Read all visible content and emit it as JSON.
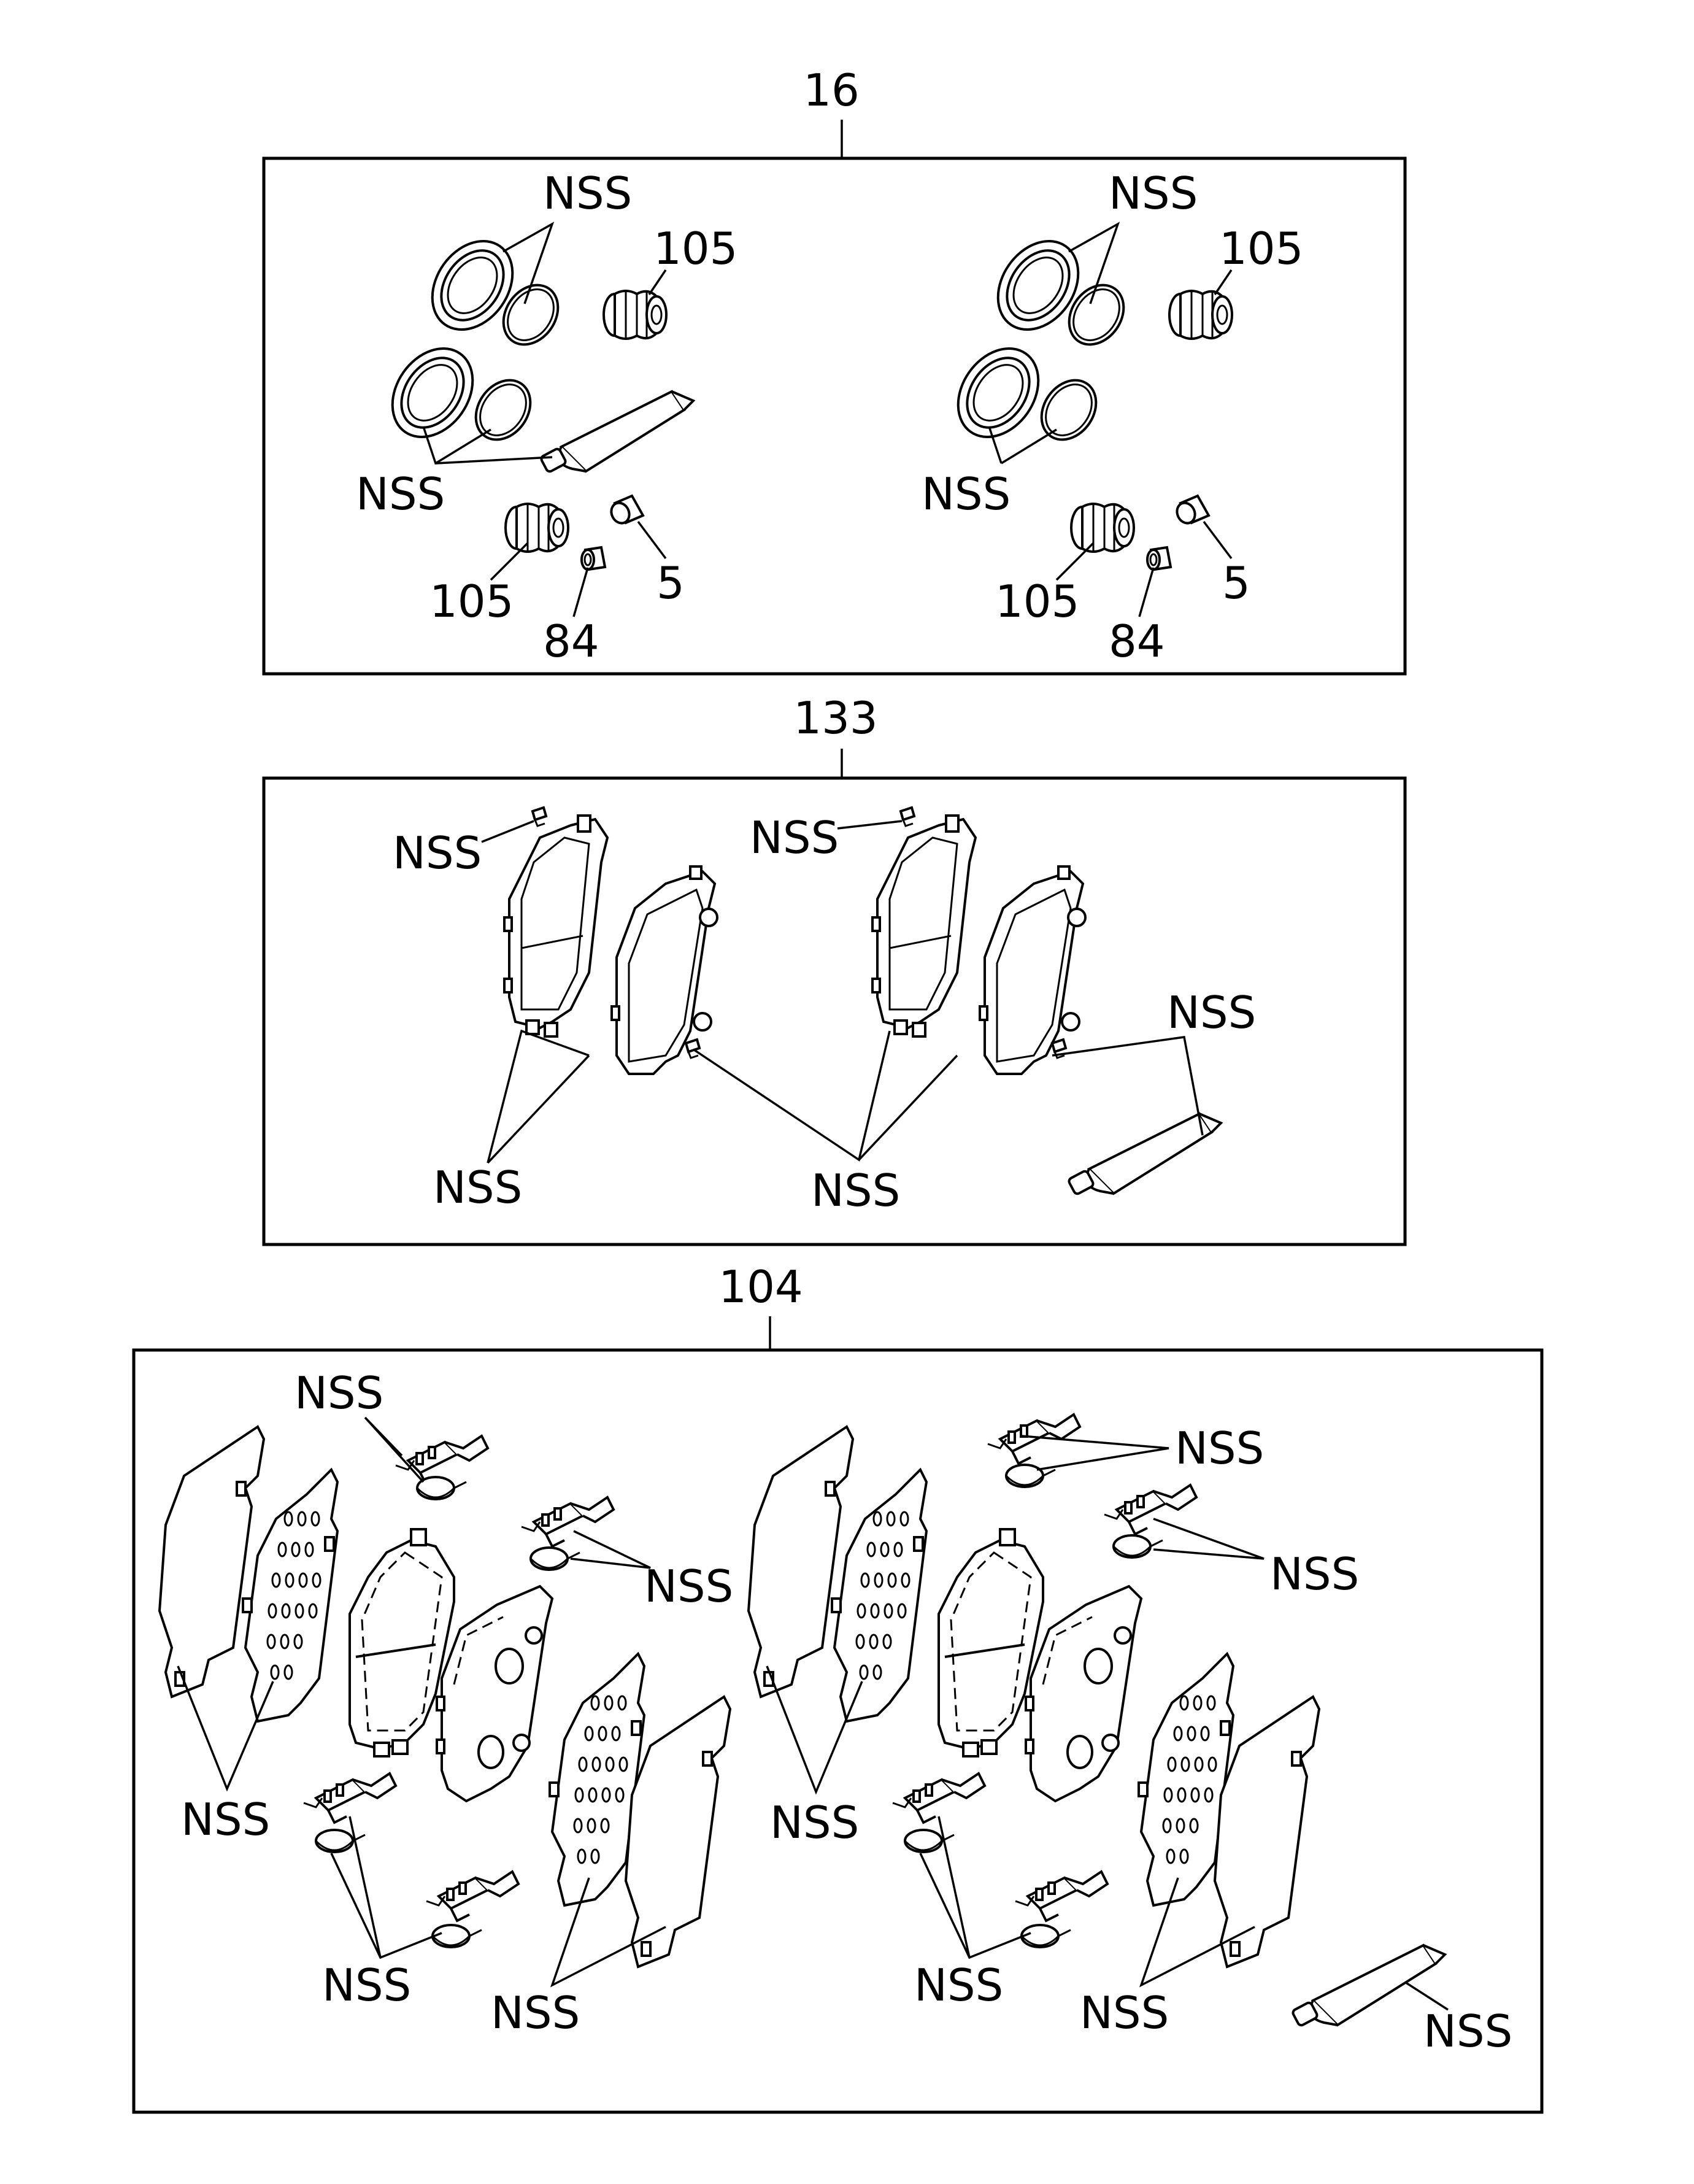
{
  "callouts": {
    "kit_16": "16",
    "kit_133": "133",
    "kit_104": "104"
  },
  "kit16": {
    "left": {
      "nss_top": "NSS",
      "n105_top": "105",
      "nss_bottom": "NSS",
      "n105_bottom": "105",
      "n84": "84",
      "n5": "5"
    },
    "right": {
      "nss_top": "NSS",
      "n105_top": "105",
      "nss_bottom": "NSS",
      "n105_bottom": "105",
      "n84": "84",
      "n5": "5"
    }
  },
  "kit133": {
    "nss_clip_left": "NSS",
    "nss_clip_mid": "NSS",
    "nss_grease": "NSS",
    "nss_pads_left": "NSS",
    "nss_pads_mid": "NSS"
  },
  "kit104": {
    "left": {
      "nss_clip_top": "NSS",
      "nss_clip_mid": "NSS",
      "nss_shims": "NSS",
      "nss_clip_bottom": "NSS",
      "nss_shims_right": "NSS"
    },
    "right": {
      "nss_clip_top": "NSS",
      "nss_clip_mid": "NSS",
      "nss_shims": "NSS",
      "nss_clip_bottom": "NSS",
      "nss_shims_right": "NSS",
      "nss_grease": "NSS"
    }
  }
}
